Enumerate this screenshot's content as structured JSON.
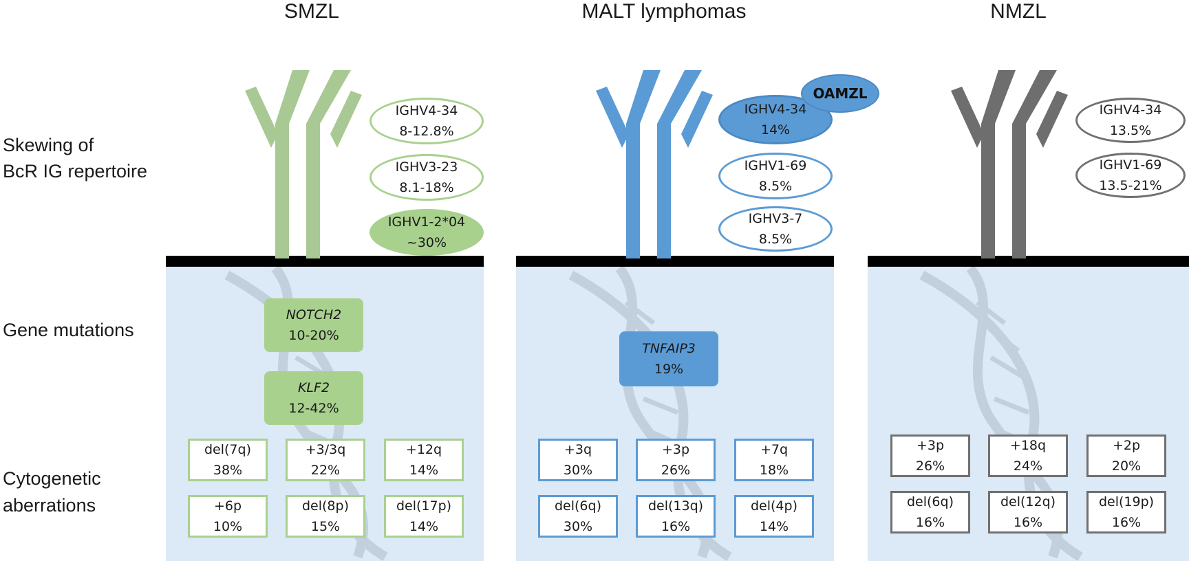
{
  "columns": [
    {
      "title": "SMZL",
      "color": "#a9d18e",
      "ig": [
        {
          "gene": "IGHV4-34",
          "pct": "8-12.8%",
          "filled": false
        },
        {
          "gene": "IGHV3-23",
          "pct": "8.1-18%",
          "filled": false
        },
        {
          "gene": "IGHV1-2*04",
          "pct": "~30%",
          "filled": true
        }
      ],
      "mutations": [
        {
          "gene": "NOTCH2",
          "pct": "10-20%"
        },
        {
          "gene": "KLF2",
          "pct": "12-42%"
        }
      ],
      "cytogenetics": [
        {
          "name": "del(7q)",
          "pct": "38%"
        },
        {
          "name": "+3/3q",
          "pct": "22%"
        },
        {
          "name": "+12q",
          "pct": "14%"
        },
        {
          "name": "+6p",
          "pct": "10%"
        },
        {
          "name": "del(8p)",
          "pct": "15%"
        },
        {
          "name": "del(17p)",
          "pct": "14%"
        }
      ]
    },
    {
      "title": "MALT lymphomas",
      "color": "#5b9bd5",
      "ig_badge": "OAMZL",
      "ig": [
        {
          "gene": "IGHV4-34",
          "pct": "14%",
          "filled": true
        },
        {
          "gene": "IGHV1-69",
          "pct": "8.5%",
          "filled": false
        },
        {
          "gene": "IGHV3-7",
          "pct": "8.5%",
          "filled": false
        }
      ],
      "mutations": [
        {
          "gene": "TNFAIP3",
          "pct": "19%"
        }
      ],
      "cytogenetics": [
        {
          "name": "+3q",
          "pct": "30%"
        },
        {
          "name": "+3p",
          "pct": "26%"
        },
        {
          "name": "+7q",
          "pct": "18%"
        },
        {
          "name": "del(6q)",
          "pct": "30%"
        },
        {
          "name": "del(13q)",
          "pct": "16%"
        },
        {
          "name": "del(4p)",
          "pct": "14%"
        }
      ]
    },
    {
      "title": "NMZL",
      "color": "#707070",
      "ig": [
        {
          "gene": "IGHV4-34",
          "pct": "13.5%",
          "filled": false
        },
        {
          "gene": "IGHV1-69",
          "pct": "13.5-21%",
          "filled": false
        }
      ],
      "mutations": [],
      "cytogenetics": [
        {
          "name": "+3p",
          "pct": "26%"
        },
        {
          "name": "+18q",
          "pct": "24%"
        },
        {
          "name": "+2p",
          "pct": "20%"
        },
        {
          "name": "del(6q)",
          "pct": "16%"
        },
        {
          "name": "del(12q)",
          "pct": "16%"
        },
        {
          "name": "del(19p)",
          "pct": "16%"
        }
      ]
    }
  ],
  "row_labels": {
    "skewing_line1": "Skewing of",
    "skewing_line2": "BcR IG repertoire",
    "mutations": "Gene mutations",
    "cyto_line1": "Cytogenetic",
    "cyto_line2": "aberrations"
  }
}
